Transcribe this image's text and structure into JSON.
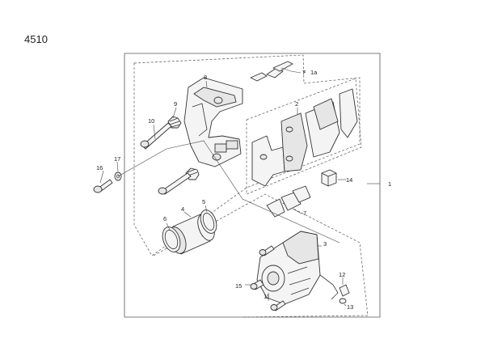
{
  "diagram": {
    "title": "4510",
    "callouts": {
      "c1": "1",
      "c1a": "1a",
      "c2": "2",
      "c3": "3",
      "c4": "4",
      "c5": "5",
      "c6": "6",
      "c7a": "7",
      "c7b": "7",
      "c8": "8",
      "c9": "9",
      "c10": "10",
      "c11": "11",
      "c12": "12",
      "c13": "13",
      "c14": "14",
      "c15": "15",
      "c16": "16",
      "c17": "17"
    },
    "line_color": "#333333"
  }
}
